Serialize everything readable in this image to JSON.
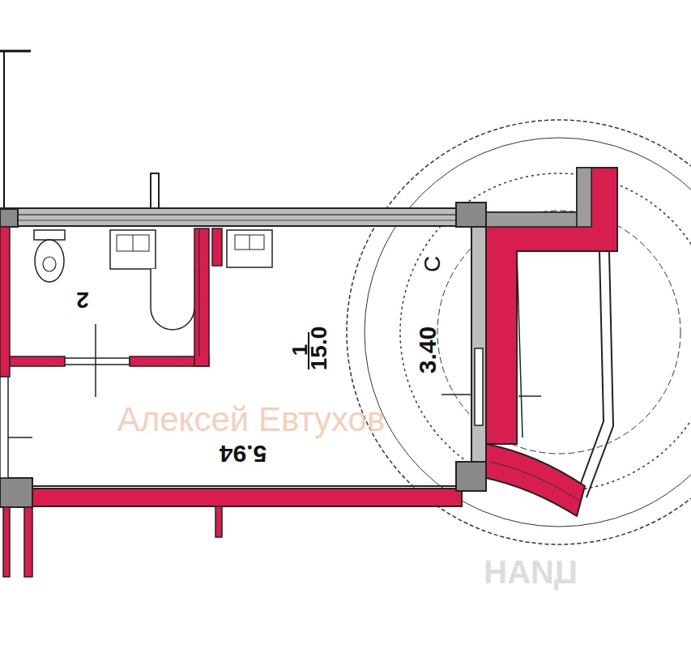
{
  "diagram": {
    "nodes": [
      {
        "text": [
          "2"
        ]
      },
      {
        "text": [
          "1",
          "15.0"
        ]
      }
    ],
    "labels": [
      "5.94",
      "3.40",
      "С",
      "Алексей Евтухов",
      "ЦИАН"
    ]
  }
}
